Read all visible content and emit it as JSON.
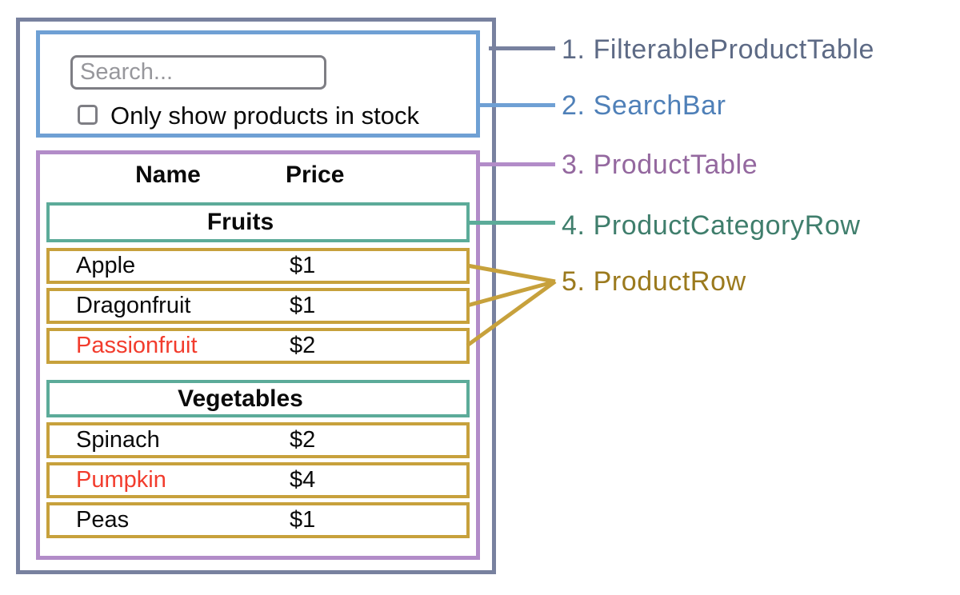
{
  "search_bar": {
    "placeholder": "Search...",
    "checkbox_label": "Only show products in stock",
    "checkbox_checked": false
  },
  "product_table": {
    "name_header": "Name",
    "price_header": "Price",
    "sections": [
      {
        "category": "Fruits",
        "rows": [
          {
            "name": "Apple",
            "price": "$1",
            "out_of_stock": false
          },
          {
            "name": "Dragonfruit",
            "price": "$1",
            "out_of_stock": false
          },
          {
            "name": "Passionfruit",
            "price": "$2",
            "out_of_stock": true
          }
        ]
      },
      {
        "category": "Vegetables",
        "rows": [
          {
            "name": "Spinach",
            "price": "$2",
            "out_of_stock": false
          },
          {
            "name": "Pumpkin",
            "price": "$4",
            "out_of_stock": true
          },
          {
            "name": "Peas",
            "price": "$1",
            "out_of_stock": false
          }
        ]
      }
    ]
  },
  "legend": [
    {
      "number": "1.",
      "label": "FilterableProductTable",
      "color": "#5d6a85"
    },
    {
      "number": "2.",
      "label": "SearchBar",
      "color": "#4f80b8"
    },
    {
      "number": "3.",
      "label": "ProductTable",
      "color": "#94689f"
    },
    {
      "number": "4.",
      "label": "ProductCategoryRow",
      "color": "#3f7e6c"
    },
    {
      "number": "5.",
      "label": "ProductRow",
      "color": "#9b7a1e"
    }
  ],
  "colors": {
    "filterable_product_table_border": "#78819f",
    "search_bar_border": "#6fa0d4",
    "product_table_border": "#b28cc8",
    "product_category_row_border": "#5cab99",
    "product_row_border": "#c7a13c",
    "out_of_stock_text": "#f23c2d",
    "input_border": "#7e7e84"
  }
}
